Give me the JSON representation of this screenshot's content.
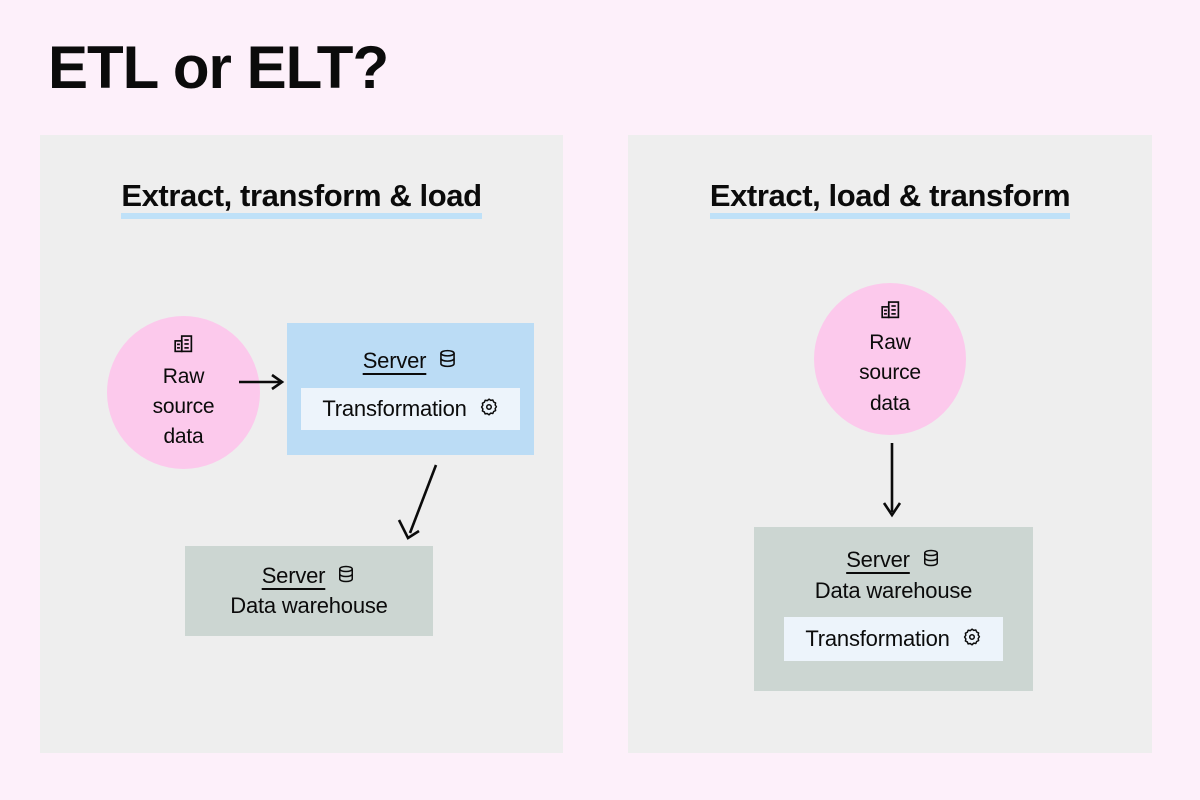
{
  "page": {
    "title": "ETL or ELT?",
    "background_color": "#fdf0fa"
  },
  "colors": {
    "panel": "#eeeeee",
    "underline": "#bfe1f8",
    "circle": "#fcc9ec",
    "server_blue": "#bbdcf5",
    "warehouse_gray": "#ccd6d2",
    "transformation_box": "#edf4fb",
    "text": "#0b0b0b"
  },
  "panels": [
    {
      "id": "etl",
      "heading": "Extract, transform & load",
      "nodes": {
        "source": {
          "label_lines": [
            "Raw",
            "source",
            "data"
          ],
          "icon": "building-icon"
        },
        "server": {
          "label": "Server",
          "icon": "database-icon",
          "transformation": {
            "label": "Transformation",
            "icon": "gear-icon"
          }
        },
        "warehouse": {
          "label": "Server",
          "icon": "database-icon",
          "sublabel": "Data warehouse"
        }
      },
      "arrows": [
        {
          "name": "arrow-source-to-server",
          "direction": "right"
        },
        {
          "name": "arrow-server-to-warehouse",
          "direction": "down-left-diagonal"
        }
      ]
    },
    {
      "id": "elt",
      "heading": "Extract, load & transform",
      "nodes": {
        "source": {
          "label_lines": [
            "Raw",
            "source",
            "data"
          ],
          "icon": "building-icon"
        },
        "warehouse": {
          "label": "Server",
          "icon": "database-icon",
          "sublabel": "Data warehouse",
          "transformation": {
            "label": "Transformation",
            "icon": "gear-icon"
          }
        }
      },
      "arrows": [
        {
          "name": "arrow-source-to-warehouse",
          "direction": "down"
        }
      ]
    }
  ]
}
